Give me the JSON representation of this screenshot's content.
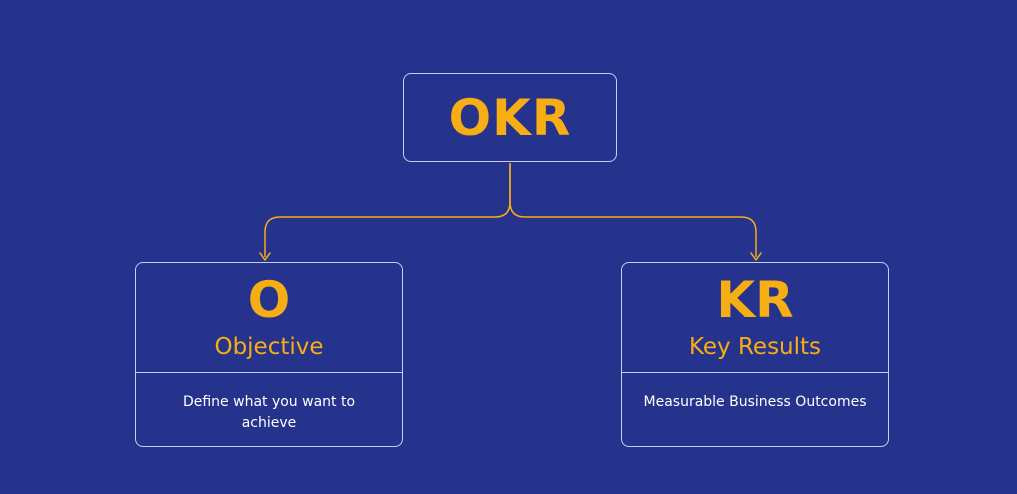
{
  "root": {
    "title": "OKR"
  },
  "nodes": [
    {
      "letter": "O",
      "name": "Objective",
      "description": "Define what you want to achieve"
    },
    {
      "letter": "KR",
      "name": "Key Results",
      "description": "Measurable Business Outcomes"
    }
  ],
  "colors": {
    "background": "#26338c",
    "accent": "#f7ad14",
    "border": "#c9cdf0",
    "text": "#ffffff"
  }
}
